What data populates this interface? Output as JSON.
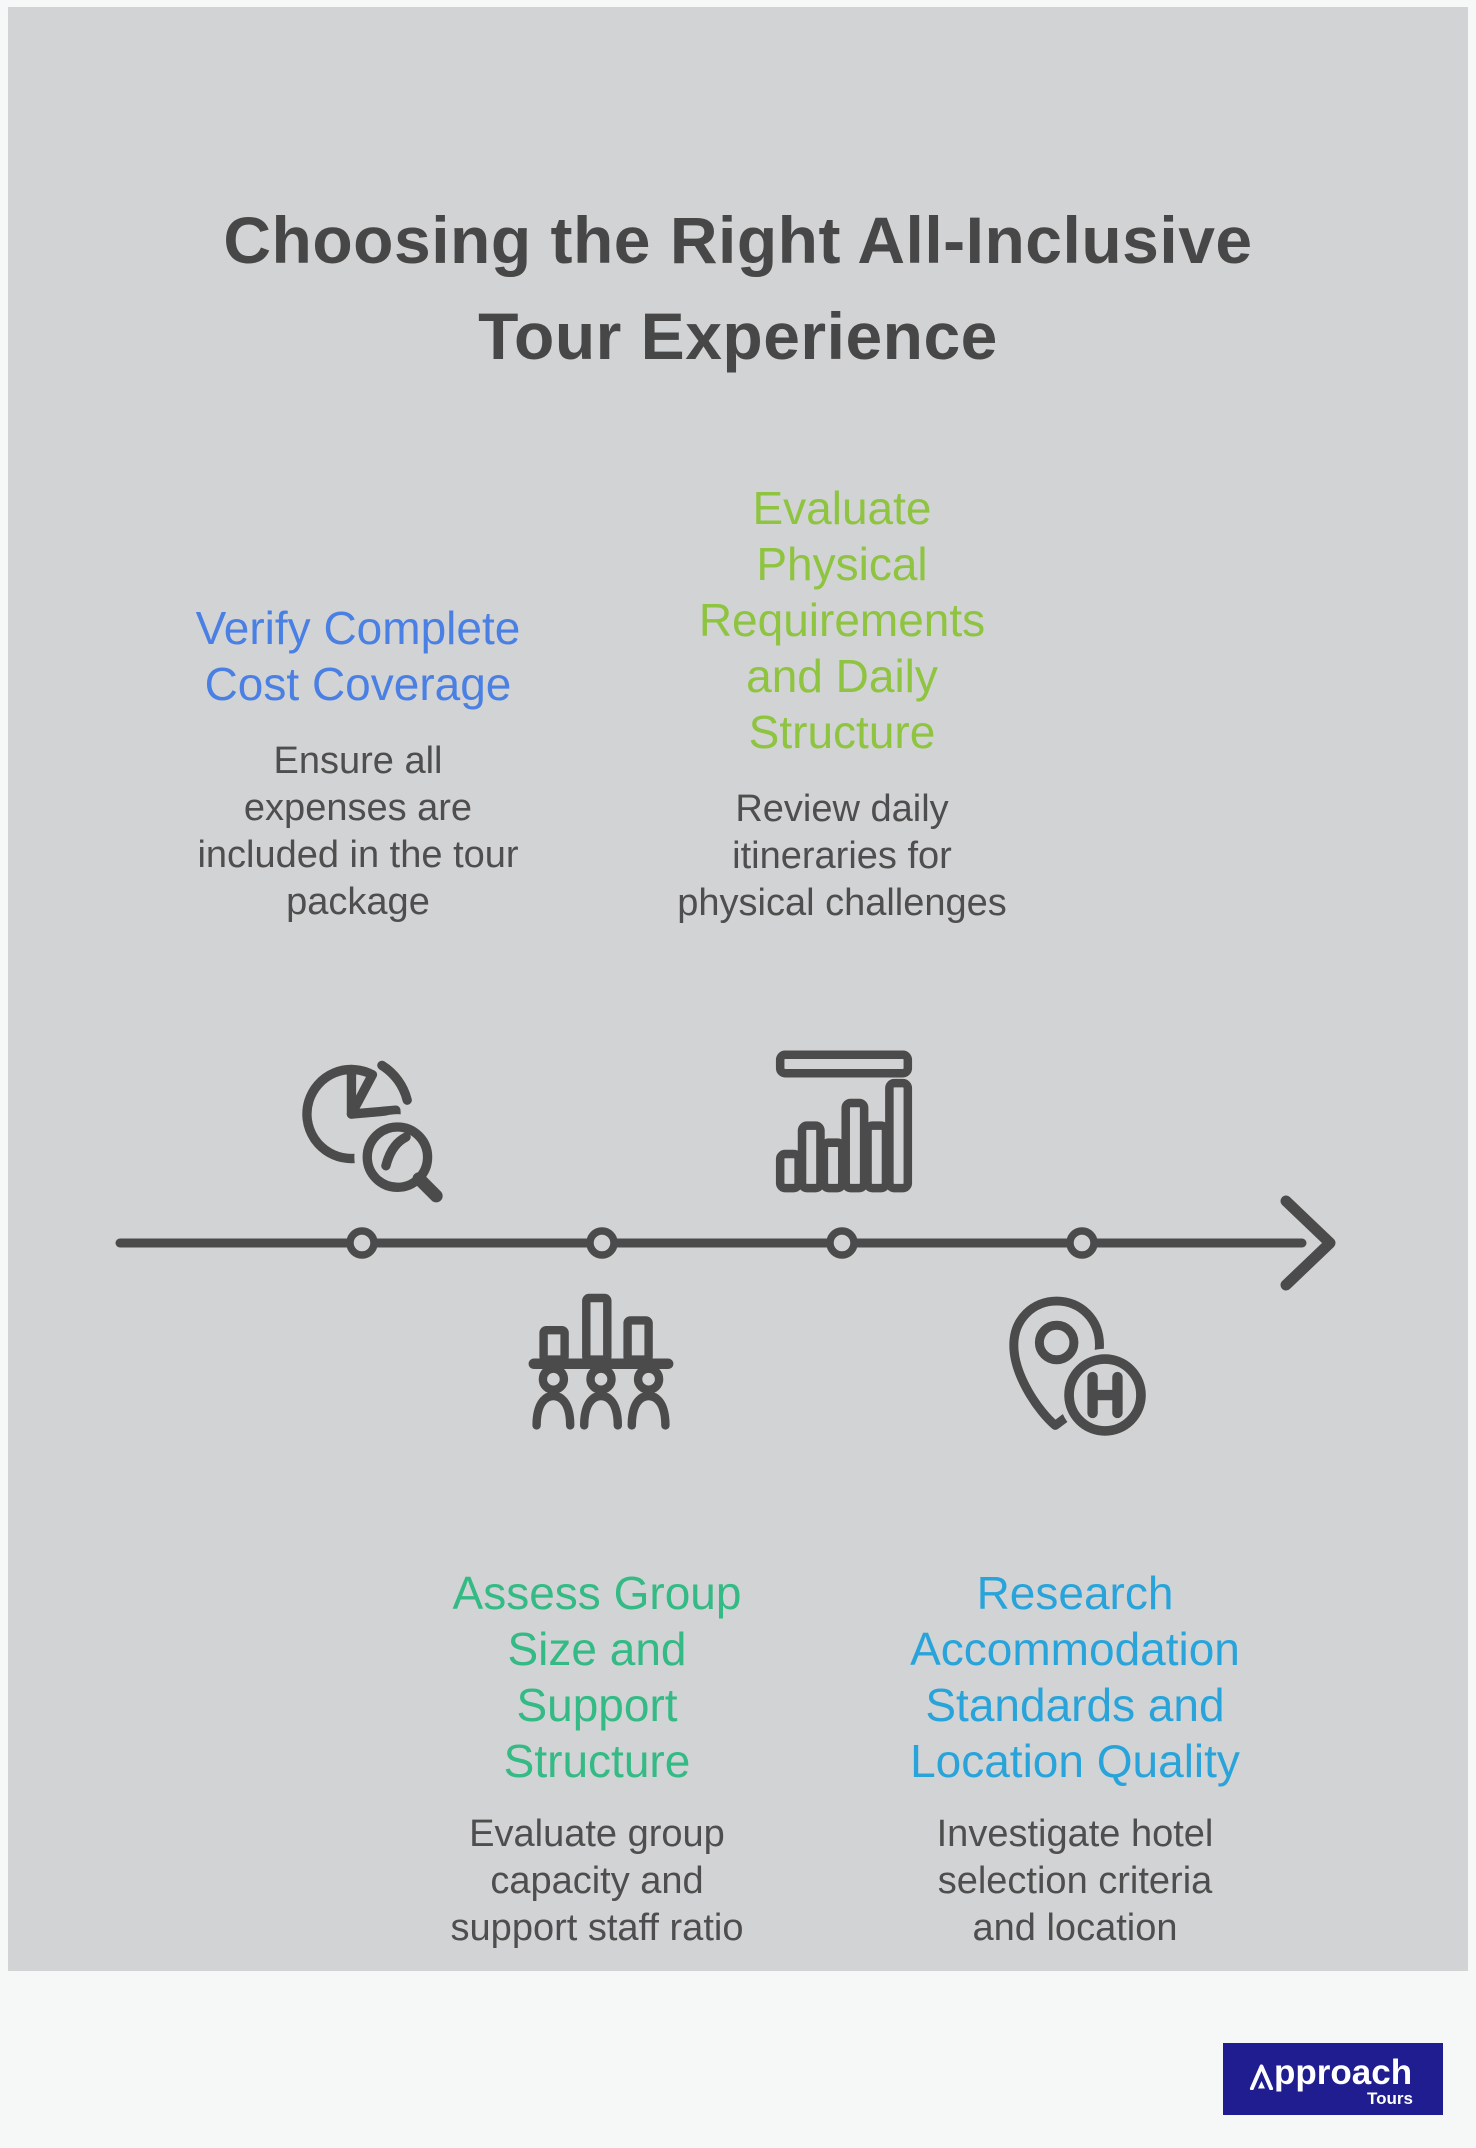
{
  "page": {
    "title": "Choosing the Right All-Inclusive\nTour Experience",
    "background_color": "#f6f8f8",
    "panel_color": "#d2d3d4",
    "title_color": "#474747",
    "body_text_color": "#4e4e4e",
    "line_icon_color": "#4b4b4b"
  },
  "timeline": {
    "orientation": "horizontal",
    "node_count": 4,
    "arrow_direction": "right"
  },
  "milestones": [
    {
      "node": 1,
      "side": "above",
      "accent_color": "#4a80e4",
      "icon": "pie-chart-search-icon",
      "title": "Verify Complete\nCost Coverage",
      "description": "Ensure all\nexpenses are\nincluded in the tour\npackage"
    },
    {
      "node": 2,
      "side": "below",
      "accent_color": "#33ba85",
      "icon": "people-bar-chart-icon",
      "title": "Assess Group\nSize and\nSupport\nStructure",
      "description": "Evaluate group\ncapacity and\nsupport staff ratio"
    },
    {
      "node": 3,
      "side": "above",
      "accent_color": "#8ec43f",
      "icon": "bar-chart-icon",
      "title": "Evaluate\nPhysical\nRequirements\nand Daily\nStructure",
      "description": "Review daily\nitineraries for\nphysical challenges"
    },
    {
      "node": 4,
      "side": "below",
      "accent_color": "#29a4da",
      "icon": "location-pin-hotel-icon",
      "title": "Research\nAccommodation\nStandards and\nLocation Quality",
      "description": "Investigate hotel\nselection criteria\nand location"
    }
  ],
  "logo": {
    "name": "Approach",
    "name_rest": "pproach",
    "subtitle": "Tours",
    "background_color": "#201d91",
    "text_color": "#ffffff"
  }
}
